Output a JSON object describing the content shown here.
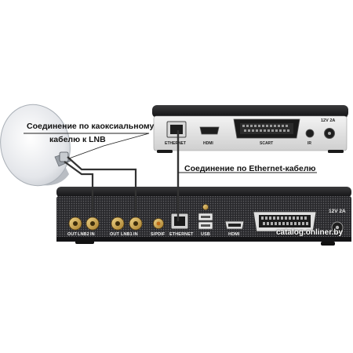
{
  "callouts": {
    "coax": "Соединение по каоксиальному",
    "coax_line2": "кабелю к LNB",
    "ethernet": "Соединение по Ethernet-кабелю"
  },
  "back_device": {
    "ports": [
      "ETHERNET",
      "HDMI",
      "SCART",
      "IR"
    ],
    "power": "12V 2A"
  },
  "front_device": {
    "ports": [
      "OUT",
      "LNB2",
      "IN",
      "OUT",
      "LNB1",
      "IN",
      "S/PDIF",
      "ETHERNET",
      "USB",
      "HDMI"
    ],
    "power": "12V 2A"
  },
  "watermark": "catalog.onliner.by"
}
